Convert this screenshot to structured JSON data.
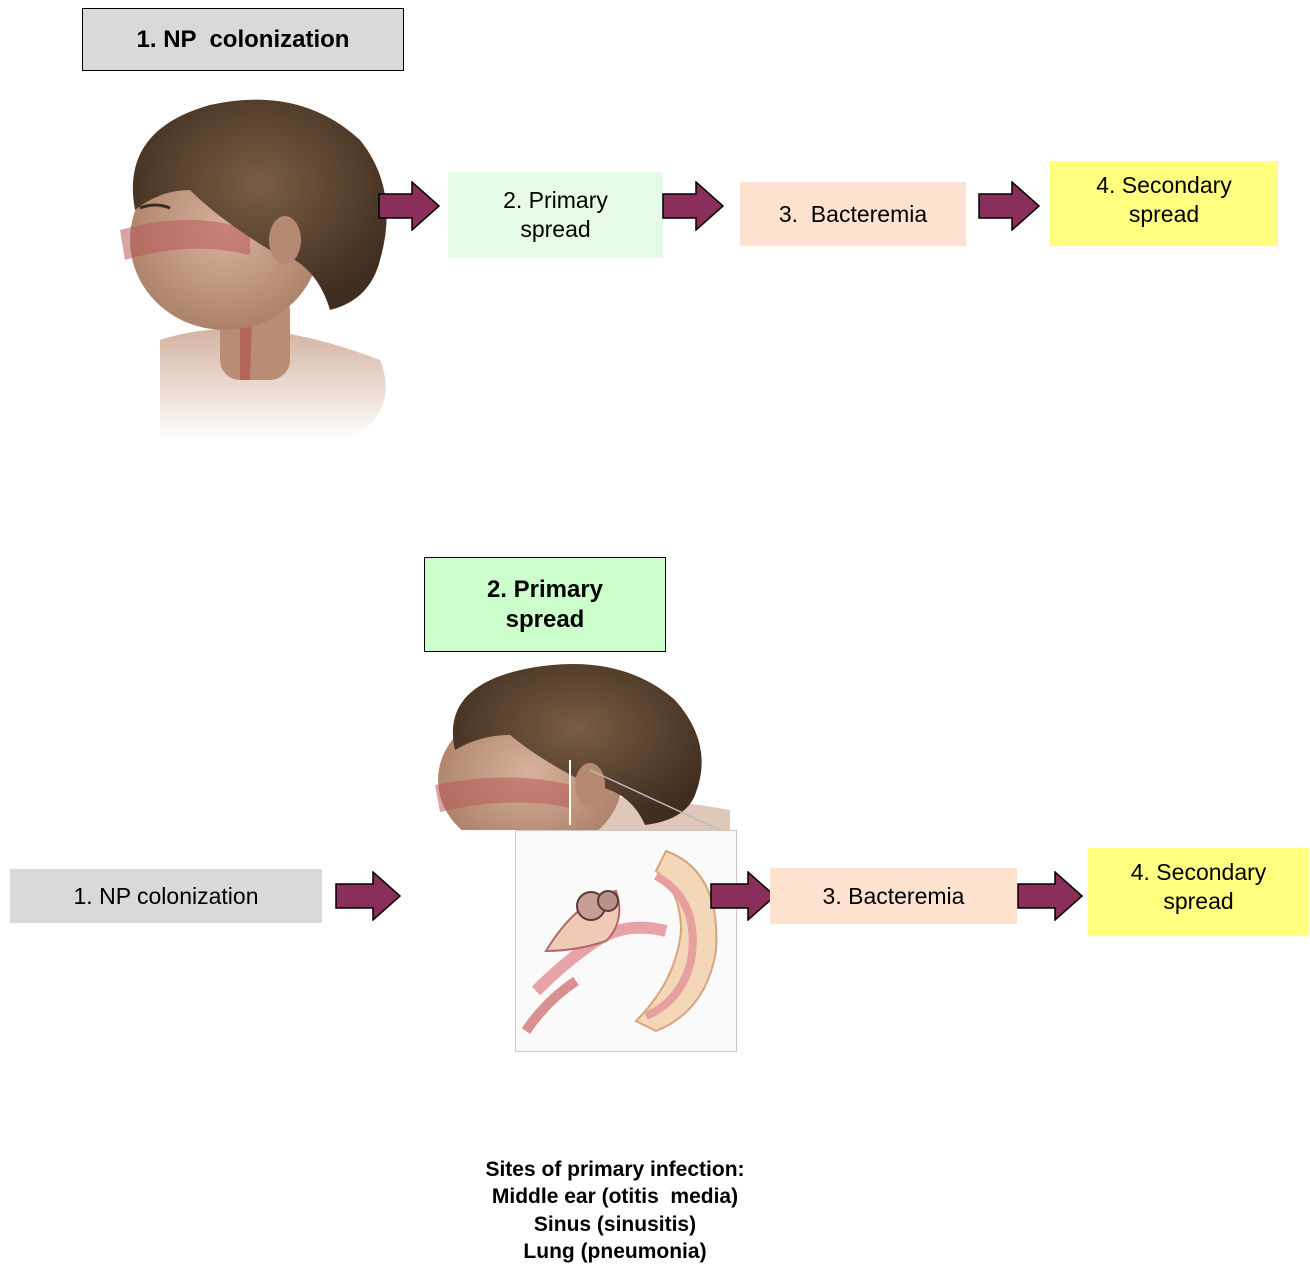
{
  "panel_top": {
    "title": "1. NP  colonization",
    "step2": "2. Primary spread",
    "step3": "3.  Bacteremia",
    "step4": "4. Secondary spread"
  },
  "panel_bottom": {
    "title": "2. Primary spread",
    "step1": "1. NP colonization",
    "step3": "3. Bacteremia",
    "step4": "4. Secondary spread",
    "caption": [
      "Sites of primary infection:",
      "Middle ear (otitis  media)",
      "Sinus (sinusitis)",
      "Lung (pneumonia)"
    ]
  },
  "colors": {
    "arrow_fill": "#8a2e5c",
    "gray_box": "#d9d9d9",
    "green_box": "#ccffcc",
    "green_light": "#e6fbe6",
    "peach_box": "#fde3cf",
    "yellow_box": "#ffff80",
    "hair": "#5a4330",
    "skin": "#c99f88"
  },
  "icons": {
    "arrow": "right-arrow-icon",
    "child": "child-head-illustration",
    "ear": "ear-anatomy-illustration"
  }
}
